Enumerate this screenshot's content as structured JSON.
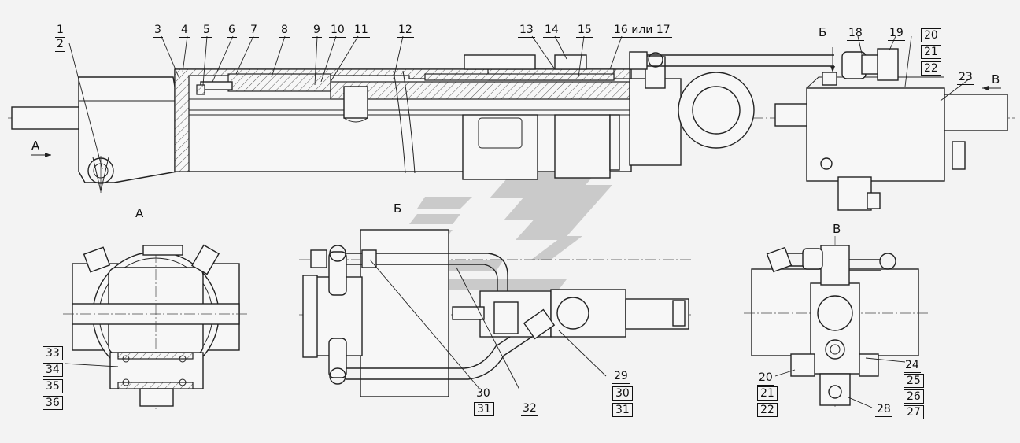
{
  "views": {
    "a": "А",
    "b": "Б",
    "v": "В"
  },
  "arrows": {
    "a": "А",
    "b": "Б",
    "v": "В"
  },
  "callouts": {
    "c1": "1",
    "c2": "2",
    "c3": "3",
    "c4": "4",
    "c5": "5",
    "c6": "6",
    "c7": "7",
    "c8": "8",
    "c9": "9",
    "c10": "10",
    "c11": "11",
    "c12": "12",
    "c13": "13",
    "c14": "14",
    "c15": "15",
    "c16": "16 или 17",
    "c18": "18",
    "c19": "19",
    "c20a": "20",
    "c21a": "21",
    "c22a": "22",
    "c23": "23",
    "c33": "33",
    "c34": "34",
    "c35": "35",
    "c36": "36",
    "c30a": "30",
    "c31a": "31",
    "c32": "32",
    "c29": "29",
    "c30b": "30",
    "c31b": "31",
    "c20b": "20",
    "c21b": "21",
    "c22b": "22",
    "c28": "28",
    "c24": "24",
    "c25": "25",
    "c26": "26",
    "c27": "27"
  },
  "colors": {
    "background": "#f3f3f3",
    "line": "#222222",
    "watermark": "#c4c4c4"
  }
}
